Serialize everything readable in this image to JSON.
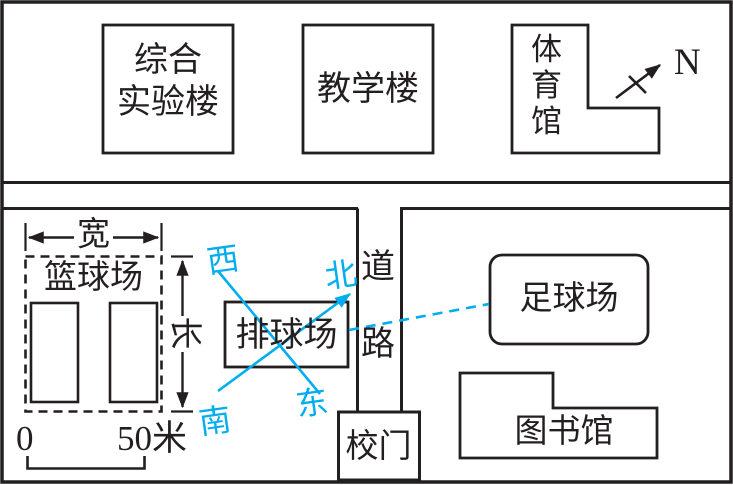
{
  "colors": {
    "ink": "#231f20",
    "blue": "#00aeef",
    "background": "#ffffff"
  },
  "top_area": {
    "lab_building": "综合\n实验楼",
    "teaching_building": "教学楼",
    "gymnasium": "体育馆",
    "north_mark": "N"
  },
  "campus_area": {
    "width_label": "宽",
    "length_label": "长",
    "basketball_court": "篮球场",
    "volleyball_court": "排球场",
    "soccer_field": "足球场",
    "library": "图书馆",
    "school_gate": "校门",
    "road_char_top": "道",
    "road_char_bottom": "路",
    "compass": {
      "west": "西",
      "north": "北",
      "east": "东",
      "south": "南"
    },
    "scale_start": "0",
    "scale_end": "50米"
  }
}
